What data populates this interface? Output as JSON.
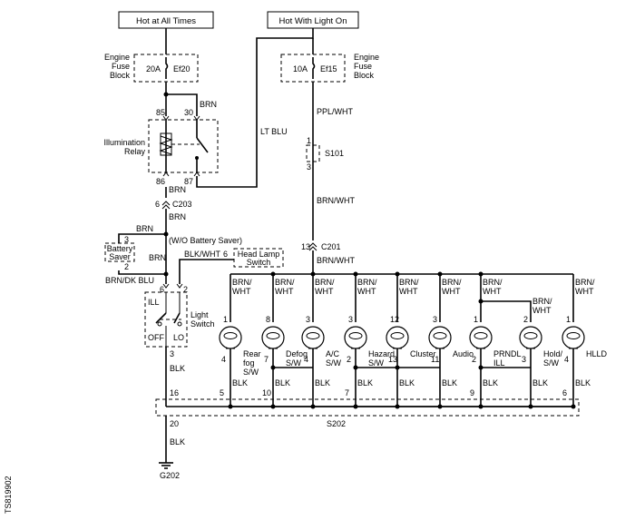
{
  "power": {
    "hot_always": "Hot at All Times",
    "hot_light_on": "Hot With Light On"
  },
  "fuses": {
    "left_block": "Engine\nFuse\nBlock",
    "left_rating": "20A",
    "left_id": "Ef20",
    "right_block": "Engine\nFuse\nBlock",
    "right_rating": "10A",
    "right_id": "Ef15"
  },
  "relay": {
    "name": "Illumination\nRelay",
    "pin85": "85",
    "pin30": "30",
    "pin86": "86",
    "pin87": "87"
  },
  "wires": {
    "brn": "BRN",
    "lt_blu": "LT BLU",
    "ppl_wht": "PPL/WHT",
    "brn_wht": "BRN/WHT",
    "brn_dk_blu": "BRN/DK BLU",
    "blk_wht": "BLK/WHT",
    "blk": "BLK"
  },
  "connectors": {
    "c203": "C203",
    "c203_pin": "6",
    "c201": "C201",
    "c201_pin": "13",
    "s101": "S101",
    "s101_top": "1",
    "s101_bottom": "3",
    "s202": "S202",
    "g202": "G202"
  },
  "battery_saver": {
    "label": "Battery\nSaver",
    "variant": "(W/O Battery Saver)",
    "pin3": "3",
    "pin2": "2"
  },
  "head_lamp": {
    "label": "Head Lamp\nSwitch",
    "pin": "6"
  },
  "light_switch": {
    "label": "Light\nSwitch",
    "ill": "ILL",
    "off": "OFF",
    "lo": "LO",
    "pin6": "6",
    "pin2": "2",
    "pin3": "3",
    "pin16": "16",
    "pin20": "20"
  },
  "loads": [
    {
      "wire": "BRN/\nWHT",
      "top_pin": "1",
      "bot_pin": "4",
      "label": "Rear\nfog\nS/W",
      "s202_pin": "5"
    },
    {
      "wire": "BRN/\nWHT",
      "top_pin": "8",
      "bot_pin": "7",
      "label": "Defog\nS/W",
      "s202_pin": "10"
    },
    {
      "wire": "BRN/\nWHT",
      "top_pin": "3",
      "bot_pin": "4",
      "label": "A/C\nS/W",
      "s202_pin": ""
    },
    {
      "wire": "BRN/\nWHT",
      "top_pin": "3",
      "bot_pin": "2",
      "label": "Hazard\nS/W",
      "s202_pin": "7"
    },
    {
      "wire": "BRN/\nWHT",
      "top_pin": "12",
      "bot_pin": "13",
      "label": "Cluster",
      "s202_pin": ""
    },
    {
      "wire": "BRN/\nWHT",
      "top_pin": "3",
      "bot_pin": "11",
      "label": "Audio",
      "s202_pin": ""
    },
    {
      "wire": "BRN/\nWHT",
      "top_pin": "1",
      "bot_pin": "2",
      "label": "PRNDL\nILL",
      "s202_pin": "9"
    },
    {
      "wire": "BRN/\nWHT",
      "top_pin": "2",
      "bot_pin": "3",
      "label": "Hold/\nS/W",
      "s202_pin": ""
    },
    {
      "wire": "BRN/\nWHT",
      "top_pin": "1",
      "bot_pin": "4",
      "label": "HLLD",
      "s202_pin": "6"
    }
  ],
  "side_code": "TS819902"
}
